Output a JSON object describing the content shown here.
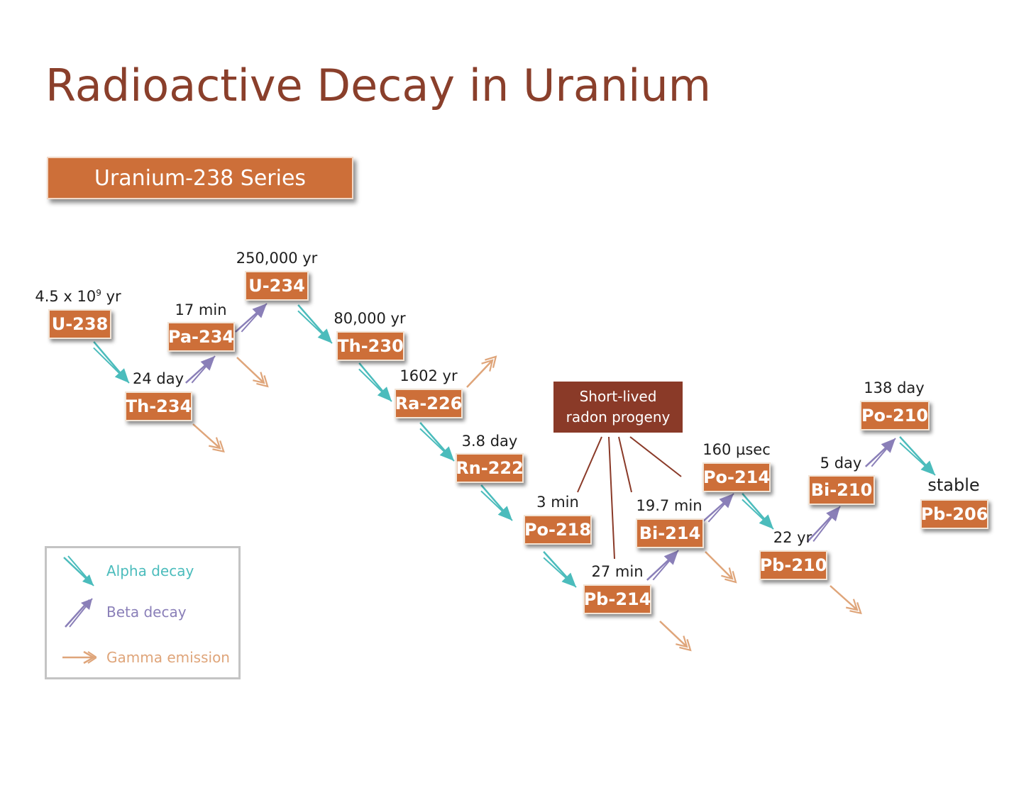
{
  "title": "Radioactive Decay in Uranium",
  "series_label": "Uranium-238 Series",
  "colors": {
    "alpha": "#4bbcbc",
    "beta": "#8a7fb8",
    "gamma": "#dfa57a",
    "isotope_fill": "#cd6f39",
    "title": "#8a3f2b",
    "progeny_fill": "#8a3a28"
  },
  "isotopes": [
    {
      "id": "u238",
      "label": "U-238",
      "half_life": "4.5 x 10",
      "half_life_exp": "9",
      "half_life_unit": " yr"
    },
    {
      "id": "th234",
      "label": "Th-234",
      "half_life": "24 day"
    },
    {
      "id": "pa234",
      "label": "Pa-234",
      "half_life": "17 min"
    },
    {
      "id": "u234",
      "label": "U-234",
      "half_life": "250,000 yr"
    },
    {
      "id": "th230",
      "label": "Th-230",
      "half_life": "80,000 yr"
    },
    {
      "id": "ra226",
      "label": "Ra-226",
      "half_life": "1602 yr"
    },
    {
      "id": "rn222",
      "label": "Rn-222",
      "half_life": "3.8 day"
    },
    {
      "id": "po218",
      "label": "Po-218",
      "half_life": "3 min"
    },
    {
      "id": "pb214",
      "label": "Pb-214",
      "half_life": "27 min"
    },
    {
      "id": "bi214",
      "label": "Bi-214",
      "half_life": "19.7 min"
    },
    {
      "id": "po214",
      "label": "Po-214",
      "half_life": "160 µsec"
    },
    {
      "id": "pb210",
      "label": "Pb-210",
      "half_life": "22 yr"
    },
    {
      "id": "bi210",
      "label": "Bi-210",
      "half_life": "5 day"
    },
    {
      "id": "po210",
      "label": "Po-210",
      "half_life": "138 day"
    },
    {
      "id": "pb206",
      "label": "Pb-206",
      "half_life": "stable"
    }
  ],
  "decays": [
    {
      "type": "alpha",
      "from": "U-238",
      "to": "Th-234"
    },
    {
      "type": "beta",
      "from": "Th-234",
      "to": "Pa-234"
    },
    {
      "type": "beta",
      "from": "Pa-234",
      "to": "U-234"
    },
    {
      "type": "alpha",
      "from": "U-234",
      "to": "Th-230"
    },
    {
      "type": "alpha",
      "from": "Th-230",
      "to": "Ra-226"
    },
    {
      "type": "alpha",
      "from": "Ra-226",
      "to": "Rn-222"
    },
    {
      "type": "alpha",
      "from": "Rn-222",
      "to": "Po-218"
    },
    {
      "type": "alpha",
      "from": "Po-218",
      "to": "Pb-214"
    },
    {
      "type": "beta",
      "from": "Pb-214",
      "to": "Bi-214"
    },
    {
      "type": "beta",
      "from": "Bi-214",
      "to": "Po-214"
    },
    {
      "type": "alpha",
      "from": "Po-214",
      "to": "Pb-210"
    },
    {
      "type": "beta",
      "from": "Pb-210",
      "to": "Bi-210"
    },
    {
      "type": "beta",
      "from": "Bi-210",
      "to": "Po-210"
    },
    {
      "type": "alpha",
      "from": "Po-210",
      "to": "Pb-206"
    }
  ],
  "gamma_emitters": [
    "Th-234",
    "Pa-234",
    "Ra-226",
    "Pb-214",
    "Bi-214",
    "Pb-210"
  ],
  "progeny_box": {
    "line1": "Short-lived",
    "line2": "radon progeny",
    "members": [
      "Po-218",
      "Pb-214",
      "Bi-214",
      "Po-214"
    ]
  },
  "legend": {
    "alpha": "Alpha decay",
    "beta": "Beta decay",
    "gamma": "Gamma emission"
  }
}
